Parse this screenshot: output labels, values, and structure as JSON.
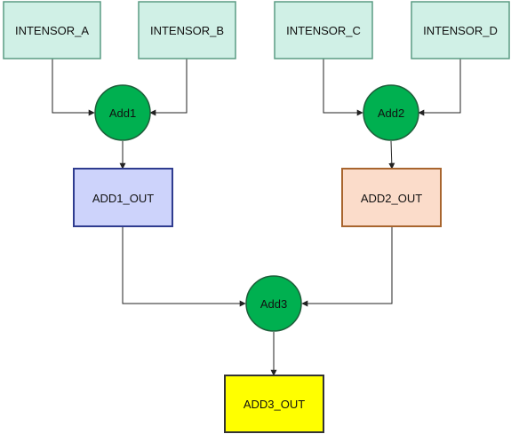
{
  "inputs": {
    "a": {
      "label": "INTENSOR_A"
    },
    "b": {
      "label": "INTENSOR_B"
    },
    "c": {
      "label": "INTENSOR_C"
    },
    "d": {
      "label": "INTENSOR_D"
    }
  },
  "ops": {
    "add1": {
      "label": "Add1"
    },
    "add2": {
      "label": "Add2"
    },
    "add3": {
      "label": "Add3"
    }
  },
  "outputs": {
    "add1_out": {
      "label": "ADD1_OUT"
    },
    "add2_out": {
      "label": "ADD2_OUT"
    },
    "add3_out": {
      "label": "ADD3_OUT"
    }
  },
  "colors": {
    "input_fill": "#d0f0e6",
    "input_stroke": "#5a9c84",
    "op_fill": "#00b050",
    "op_stroke": "#1e5e3a",
    "add1_out_fill": "#cdd3fb",
    "add1_out_stroke": "#2f3c8f",
    "add2_out_fill": "#fbdcca",
    "add2_out_stroke": "#a8652e",
    "add3_out_fill": "#ffff00",
    "add3_out_stroke": "#333333",
    "edge": "#222222"
  },
  "edges": [
    {
      "from": "inputs.a",
      "to": "ops.add1"
    },
    {
      "from": "inputs.b",
      "to": "ops.add1"
    },
    {
      "from": "inputs.c",
      "to": "ops.add2"
    },
    {
      "from": "inputs.d",
      "to": "ops.add2"
    },
    {
      "from": "ops.add1",
      "to": "outputs.add1_out"
    },
    {
      "from": "ops.add2",
      "to": "outputs.add2_out"
    },
    {
      "from": "outputs.add1_out",
      "to": "ops.add3"
    },
    {
      "from": "outputs.add2_out",
      "to": "ops.add3"
    },
    {
      "from": "ops.add3",
      "to": "outputs.add3_out"
    }
  ]
}
